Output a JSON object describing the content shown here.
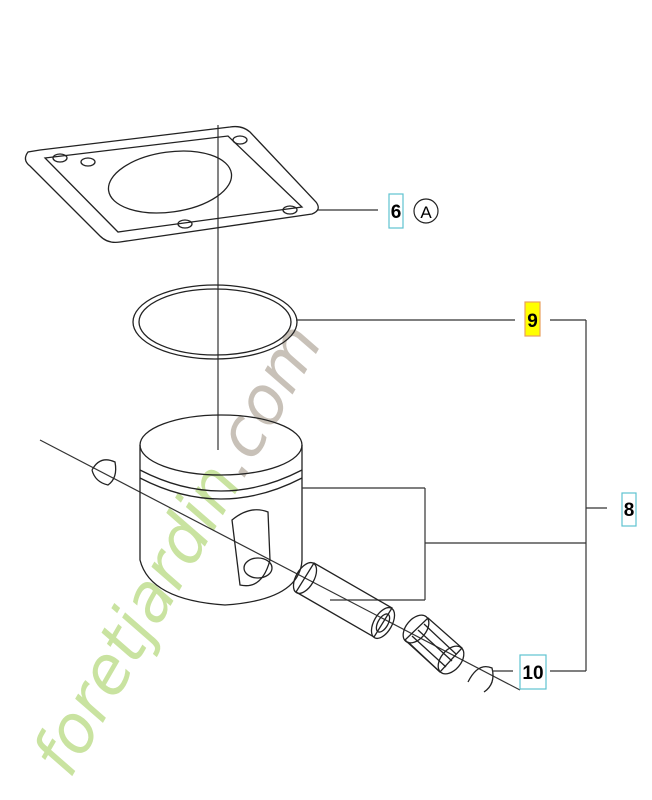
{
  "diagram": {
    "callouts": [
      {
        "id": "6",
        "label": "6",
        "frame_color": "#5fc3d0"
      },
      {
        "id": "A",
        "label": "A",
        "style": "circled"
      },
      {
        "id": "9",
        "label": "9",
        "frame_color": "#e8a060",
        "fill_color": "#ffff00"
      },
      {
        "id": "8",
        "label": "8",
        "frame_color": "#5fc3d0"
      },
      {
        "id": "10",
        "label": "10",
        "frame_color": "#5fc3d0"
      }
    ],
    "parts": [
      "cylinder-gasket",
      "piston-ring",
      "piston",
      "piston-pin",
      "needle-bearing",
      "circlip"
    ]
  },
  "watermark": {
    "text_main": "foretjardin",
    "text_suffix": ".com",
    "main_color": "#c9e3a0",
    "suffix_color": "#c8c1b8"
  }
}
